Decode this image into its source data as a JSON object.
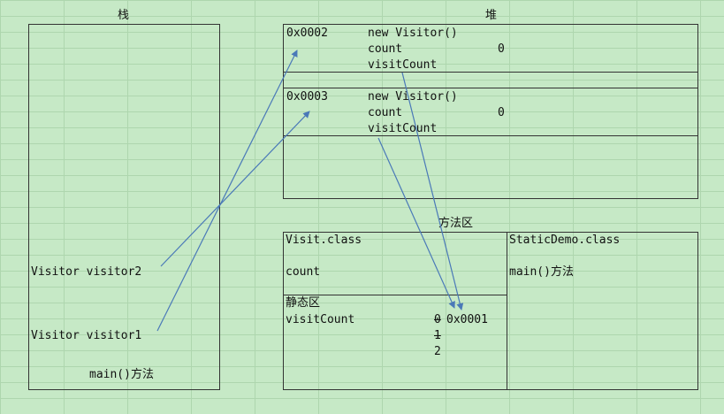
{
  "stack": {
    "title": "栈",
    "visitor2": "Visitor visitor2",
    "visitor1": "Visitor visitor1",
    "main": "main()方法"
  },
  "heap": {
    "title": "堆",
    "objects": [
      {
        "address": "0x0002",
        "ctor": "new Visitor()",
        "field1": "count",
        "field1_value": "0",
        "field2": "visitCount"
      },
      {
        "address": "0x0003",
        "ctor": "new Visitor()",
        "field1": "count",
        "field1_value": "0",
        "field2": "visitCount"
      }
    ]
  },
  "method_area": {
    "title": "方法区",
    "visit_class": {
      "name": "Visit.class",
      "field": "count"
    },
    "static_area": {
      "title": "静态区",
      "field": "visitCount",
      "old_value_0": "0",
      "address": "0x0001",
      "old_value_1": "1",
      "current_value": "2"
    },
    "staticdemo_class": {
      "name": "StaticDemo.class",
      "method": "main()方法"
    }
  },
  "colors": {
    "arrow": "#4a79b8",
    "grid": "#aed6ae",
    "background": "#c6e9c6"
  }
}
